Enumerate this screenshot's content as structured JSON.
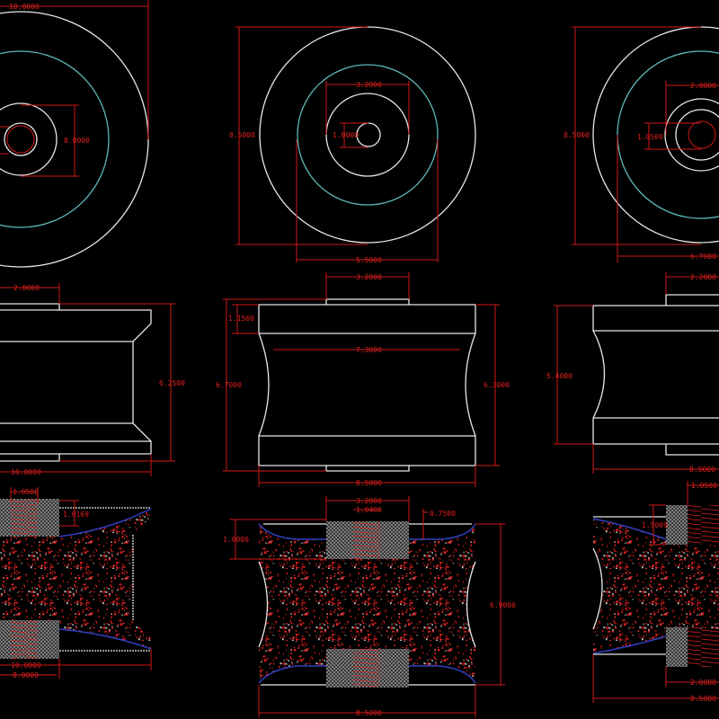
{
  "colors": {
    "background": "#000000",
    "outline": "#e8e8e8",
    "dimension": "#e02020",
    "hidden_circle": "#5fb8b8",
    "hatch_gray": "#8a8a8a",
    "section_outline": "#3040c0"
  },
  "top_views": {
    "left": {
      "overall": "10.0000",
      "hub": "8.0000"
    },
    "center": {
      "height": "8.5000",
      "hub": "3.2000",
      "bore": "1.0000",
      "tread": "5.5000"
    },
    "right": {
      "height": "8.5000",
      "hub": "2.0000",
      "bore": "1.0500",
      "tread": "6.7000"
    }
  },
  "side_views": {
    "left": {
      "hub": "2.0000",
      "height": "6.2500",
      "width": "10.0000"
    },
    "center": {
      "hub": "3.2000",
      "flange": "1.1500",
      "waist": "7.3000",
      "overall_height": "6.7000",
      "height": "6.3000",
      "width": "8.5000"
    },
    "right": {
      "hub": "2.2000",
      "height": "5.4000",
      "width": "8.5000"
    }
  },
  "section_views": {
    "left": {
      "thread": "1.0500",
      "depth": "1.0169",
      "width": "10.0000",
      "insert": "8.0000"
    },
    "center": {
      "hub": "3.2000",
      "thread": "1.0400",
      "recess": "0.7500",
      "insert_height": "1.6000",
      "height": "6.9000",
      "width": "8.5000"
    },
    "right": {
      "thread": "1.0500",
      "depth": "1.5009",
      "insert": "2.0000",
      "width": "8.5000"
    }
  }
}
